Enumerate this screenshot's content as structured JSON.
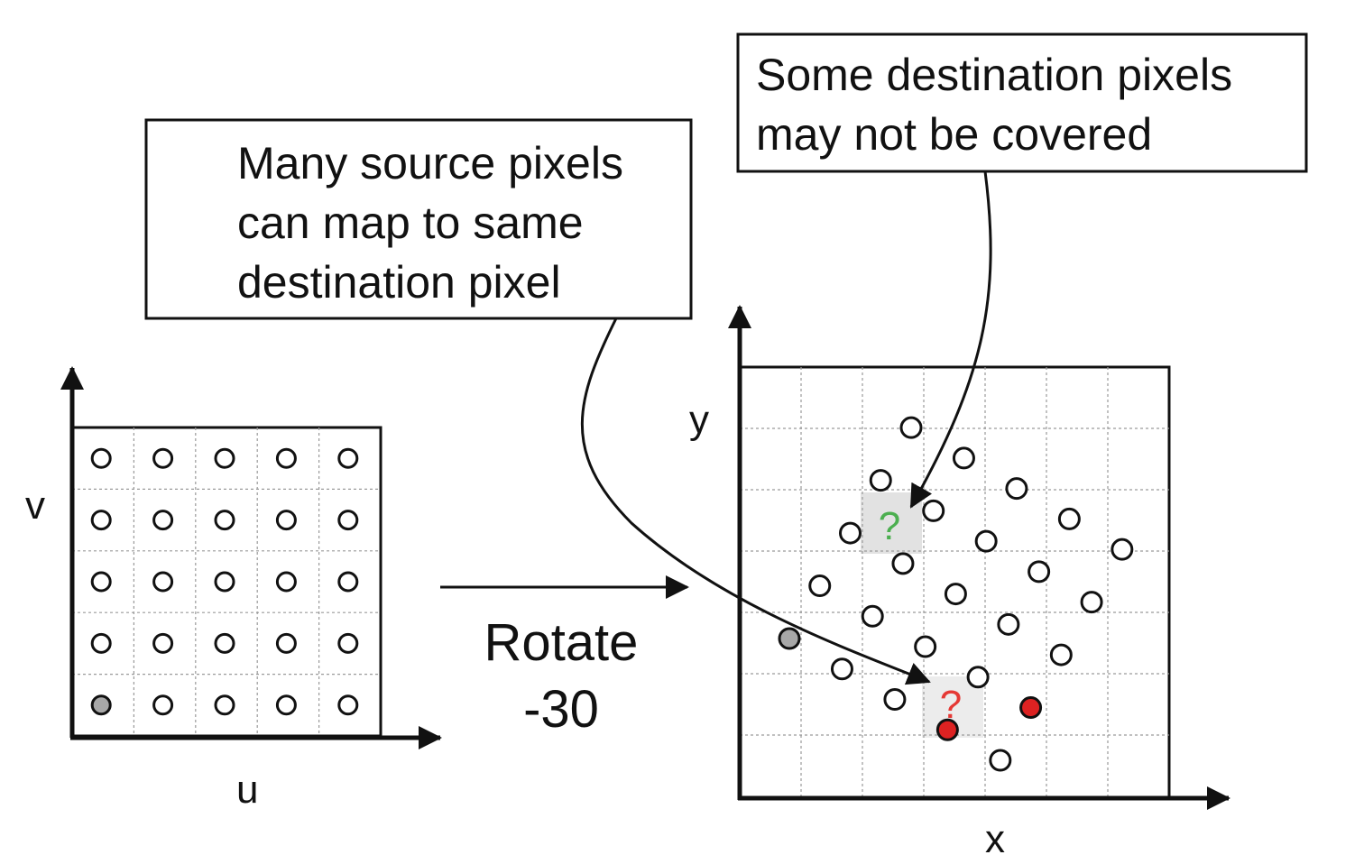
{
  "callouts": {
    "many_to_one": {
      "lines": [
        "Many source pixels",
        "can map to same",
        "destination pixel"
      ]
    },
    "not_covered": {
      "lines": [
        "Some destination pixels",
        "may not be covered"
      ]
    }
  },
  "source_grid": {
    "axis_x_label": "u",
    "axis_y_label": "v",
    "cols": 5,
    "rows": 5,
    "highlighted_cell": {
      "col": 0,
      "row": 4
    }
  },
  "transform": {
    "label_line1": "Rotate",
    "label_line2": "-30"
  },
  "dest_grid": {
    "axis_x_label": "x",
    "axis_y_label": "y",
    "cols": 7,
    "rows": 7,
    "uncovered_marker": "?",
    "collision_marker": "?",
    "colors": {
      "uncovered": "#4caf50",
      "collision": "#e53935",
      "collision_point": "#dd2222",
      "origin_point": "#a8a8a8",
      "cell_shade": "#e2e2e2",
      "cell_shade_light": "#ececec"
    }
  }
}
